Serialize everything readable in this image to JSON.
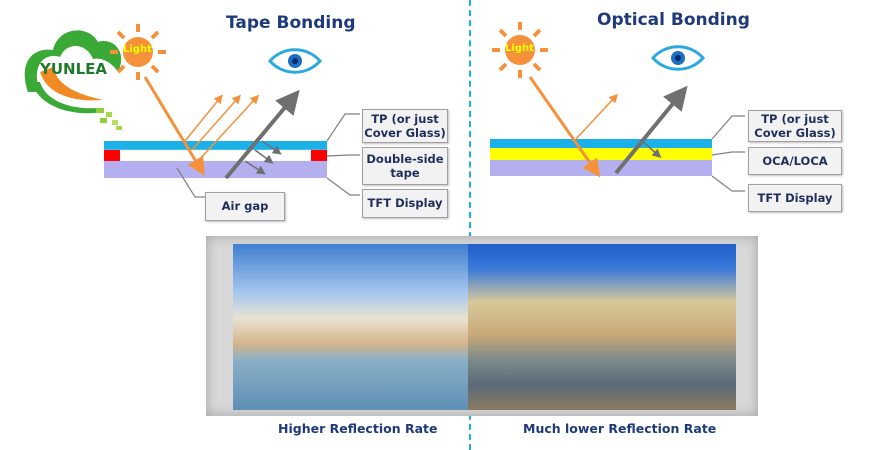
{
  "brand": {
    "logo_text": "YUNLEA",
    "colors": {
      "green": "#3aa935",
      "orange": "#f08a24"
    }
  },
  "left_panel": {
    "title": "Tape Bonding",
    "sun_label": "Light",
    "layers": [
      {
        "name": "TP (or just Cover Glass)",
        "color": "#1ab0e8"
      },
      {
        "name": "Double-side tape",
        "color": "#ff0000"
      },
      {
        "name": "TFT Display",
        "color": "#b4b0f0"
      }
    ],
    "labels": {
      "tp": "TP (or just Cover Glass)",
      "tp_line1": "TP (or just",
      "tp_line2": "Cover Glass)",
      "tape_line1": "Double-side",
      "tape_line2": "tape",
      "tft": "TFT Display",
      "air_gap": "Air gap"
    }
  },
  "right_panel": {
    "title": "Optical Bonding",
    "sun_label": "Light",
    "layers": [
      {
        "name": "TP (or just Cover Glass)",
        "color": "#1ab0e8"
      },
      {
        "name": "OCA/LOCA",
        "color": "#ffff00"
      },
      {
        "name": "TFT Display",
        "color": "#b4b0f0"
      }
    ],
    "labels": {
      "tp_line1": "TP (or just",
      "tp_line2": "Cover Glass)",
      "oca": "OCA/LOCA",
      "tft": "TFT Display"
    }
  },
  "comparison": {
    "left_caption": "Higher Reflection Rate",
    "right_caption": "Much lower Reflection  Rate"
  },
  "colors": {
    "divider": "#1ab0e8",
    "title": "#1f3a7a",
    "light_ray": "#f5913a",
    "view_ray": "#808080"
  }
}
